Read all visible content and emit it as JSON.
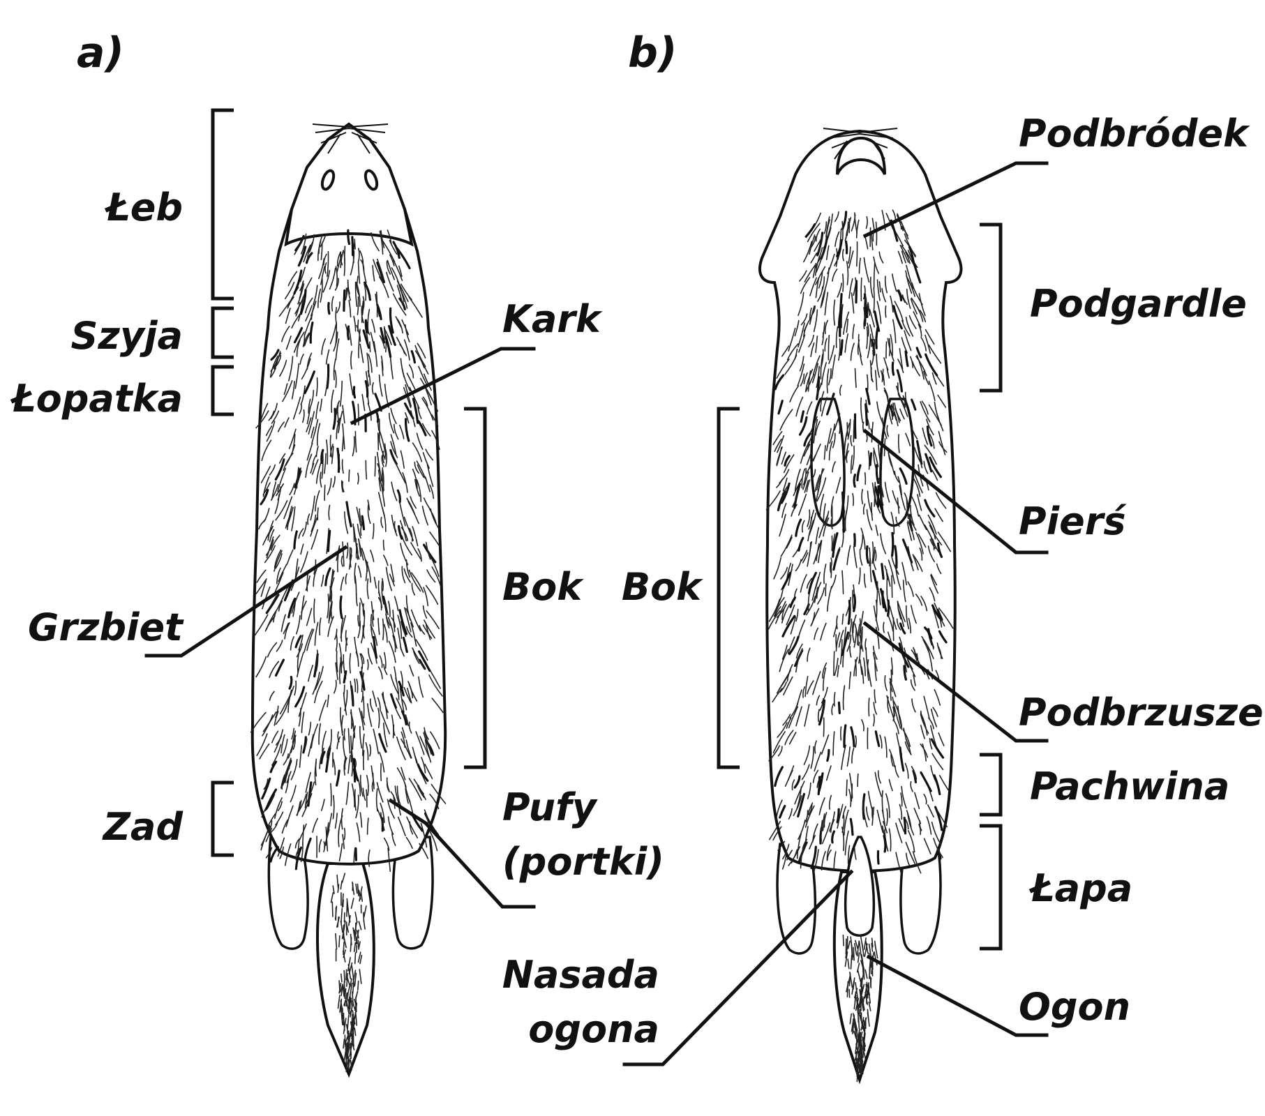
{
  "panels": {
    "a": "a)",
    "b": "b)"
  },
  "labels_a": {
    "leb": "Łeb",
    "szyja": "Szyja",
    "lopatka": "Łopatka",
    "kark": "Kark",
    "grzbiet": "Grzbiet",
    "bok": "Bok",
    "zad": "Zad",
    "pufy_1": "Pufy",
    "pufy_2": "(portki)",
    "nasada_1": "Nasada",
    "nasada_2": "ogona"
  },
  "labels_b": {
    "podbrodek": "Podbródek",
    "podgardle": "Podgardle",
    "bok": "Bok",
    "piers": "Pierś",
    "podbrzusze": "Podbrzusze",
    "pachwina": "Pachwina",
    "lapa": "Łapa",
    "ogon": "Ogon"
  }
}
